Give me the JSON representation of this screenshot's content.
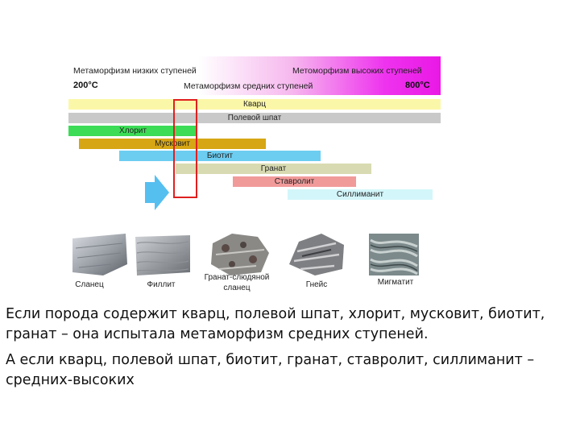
{
  "diagram": {
    "banner": {
      "low_label": "Метаморфизм низких ступеней",
      "high_label": "Метоморфизм высоких ступеней",
      "mid_label": "Метаморфизм средних ступеней",
      "temp_low": "200°C",
      "temp_high": "800°C"
    },
    "minerals": [
      {
        "label": "Кварц",
        "color": "#fbf7a8"
      },
      {
        "label": "Полевой шпат",
        "color": "#c9c9c9"
      },
      {
        "label": "Хлорит",
        "color": "#3cdc56"
      },
      {
        "label": "Мусковит",
        "color": "#d6a614"
      },
      {
        "label": "Биотит",
        "color": "#6ccdf1"
      },
      {
        "label": "Гранат",
        "color": "#d8dbb1"
      },
      {
        "label": "Ставролит",
        "color": "#f19a9a"
      },
      {
        "label": "Силлиманит",
        "color": "#d3f6fa"
      }
    ],
    "arrow_color": "#55bff0",
    "highlight_color": "#e02020",
    "rocks": [
      {
        "label": "Сланец"
      },
      {
        "label": "Филлит"
      },
      {
        "label": "Гранат-слюдяной сланец"
      },
      {
        "label": "Гнейс"
      },
      {
        "label": "Мигматит"
      }
    ]
  },
  "text": {
    "paragraph1": "Если порода содержит кварц, полевой шпат, хлорит, мусковит, биотит, гранат – она испытала метаморфизм средних ступеней.",
    "paragraph2": "А если кварц, полевой шпат, биотит, гранат, ставролит, силлиманит – средних-высоких"
  }
}
